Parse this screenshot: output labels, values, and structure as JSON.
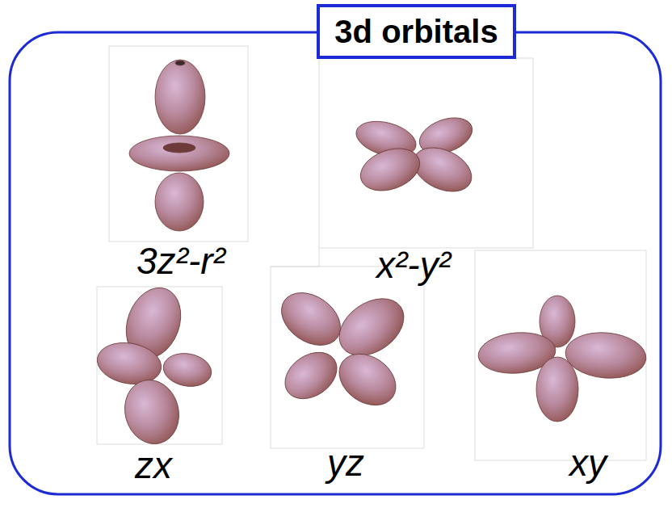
{
  "diagram": {
    "title": "3d orbitals",
    "labels": [
      "3z²-r²",
      "x²-y²",
      "zx",
      "yz",
      "xy"
    ]
  }
}
